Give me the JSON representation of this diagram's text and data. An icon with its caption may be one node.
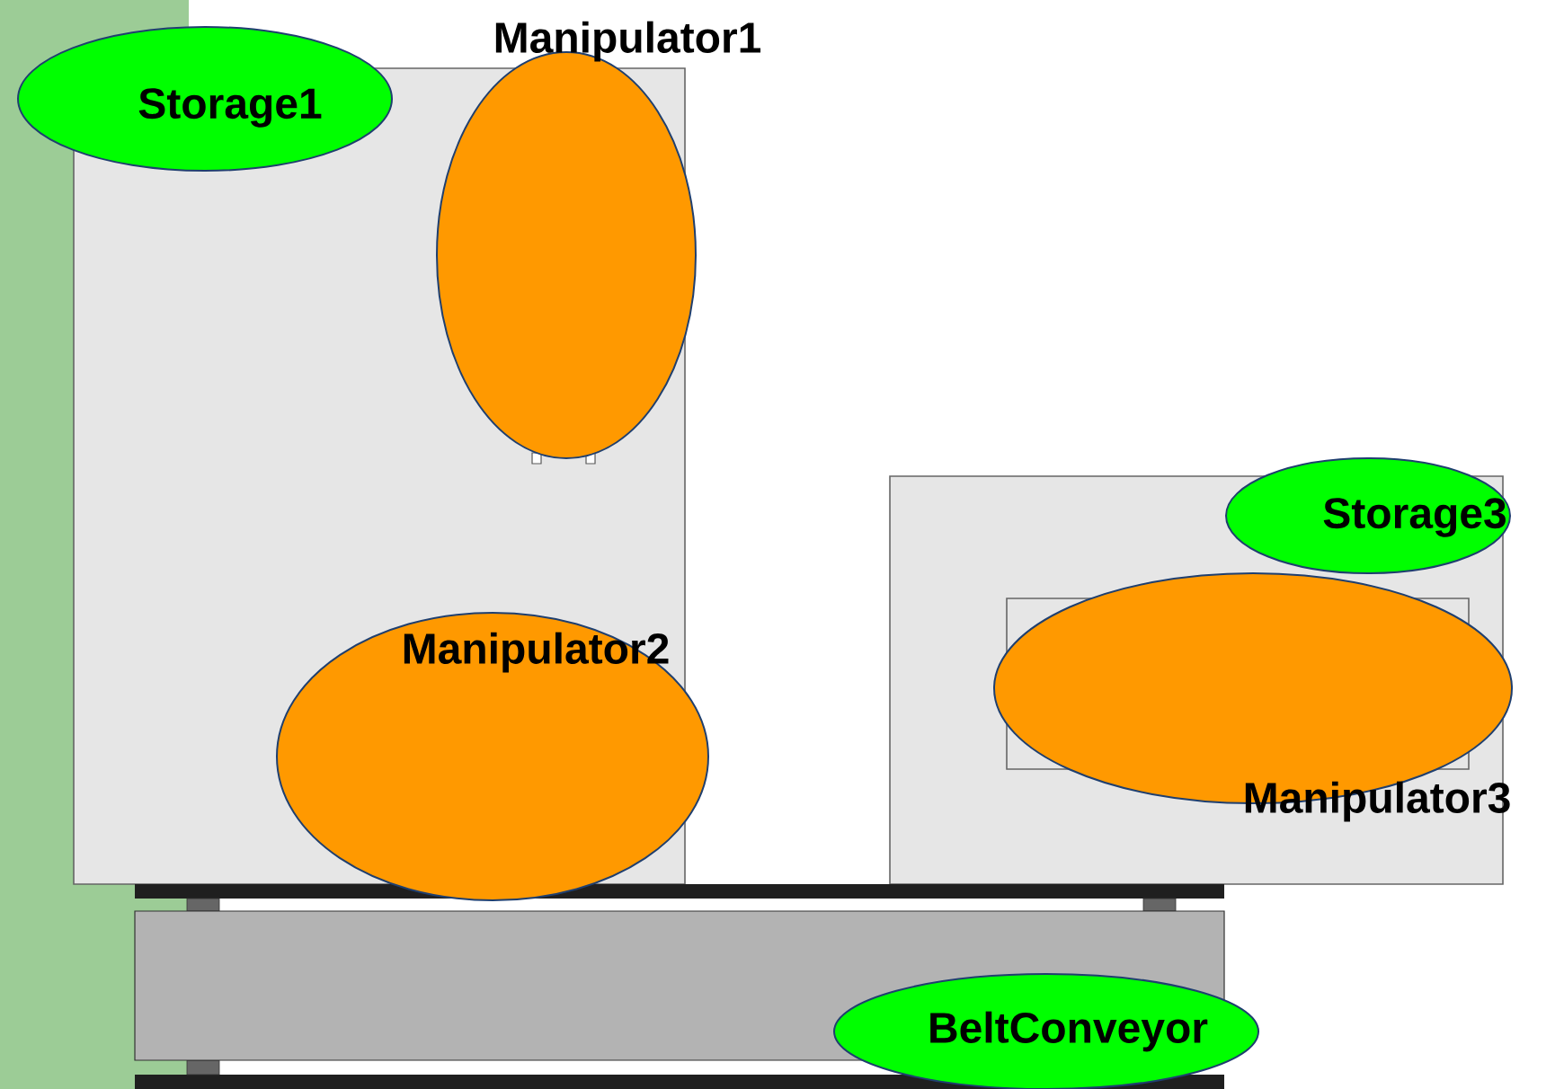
{
  "diagram": {
    "nodes": [
      {
        "text": [
          "Storage1"
        ]
      },
      {
        "text": [
          "Manipulator1"
        ]
      },
      {
        "text": [
          "Manipulator2"
        ]
      },
      {
        "text": [
          "Storage3"
        ]
      },
      {
        "text": [
          "Manipulator3"
        ]
      },
      {
        "text": [
          "BeltConveyor"
        ]
      }
    ]
  }
}
